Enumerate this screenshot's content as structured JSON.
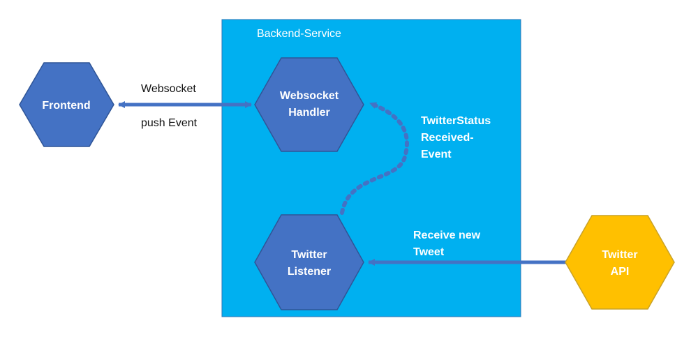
{
  "diagram": {
    "container": {
      "title": "Backend-Service",
      "fill": "#00B0F0"
    },
    "nodes": {
      "frontend": {
        "line1": "Frontend",
        "fill": "#4472C4"
      },
      "websocket_handler": {
        "line1": "Websocket",
        "line2": "Handler",
        "fill": "#4472C4"
      },
      "twitter_listener": {
        "line1": "Twitter",
        "line2": "Listener",
        "fill": "#4472C4"
      },
      "twitter_api": {
        "line1": "Twitter",
        "line2": "API",
        "fill": "#FFC000"
      }
    },
    "edges": {
      "websocket_top": "Websocket",
      "websocket_bottom": "push Event",
      "event_line1": "TwitterStatus",
      "event_line2": "Received-",
      "event_line3": "Event",
      "receive_line1": "Receive new",
      "receive_line2": "Tweet"
    },
    "colors": {
      "arrow": "#4472C4",
      "hex_stroke": "#2F5597",
      "api_stroke": "#C9A227"
    }
  }
}
